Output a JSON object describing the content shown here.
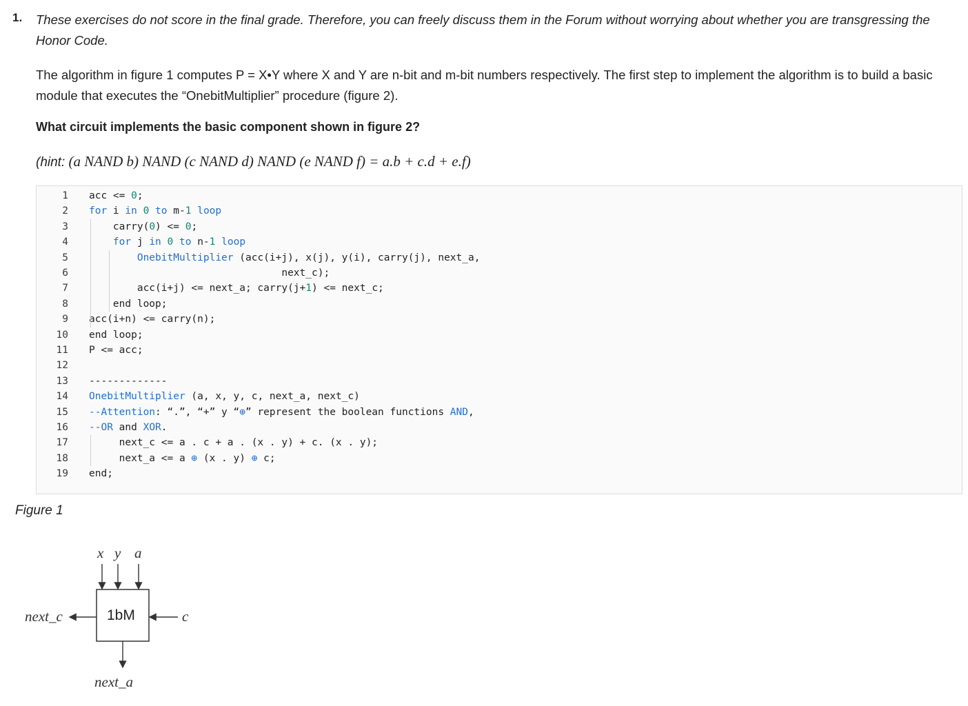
{
  "question": {
    "number": "1.",
    "intro": "These exercises do not score in the final grade. Therefore, you can freely discuss them in the Forum without worrying about whether you are transgressing the Honor Code.",
    "paragraph": "The algorithm in figure 1 computes P = X•Y where X and Y are n-bit and m-bit numbers respectively. The first step to implement the algorithm is to build a basic module that executes the “OnebitMultiplier” procedure (figure 2).",
    "prompt": "What circuit implements the basic component shown in figure 2?",
    "hint_label": "(hint:",
    "hint_formula": "(a NAND b) NAND (c NAND d) NAND (e NAND f) = a.b + c.d + e.f)"
  },
  "code": {
    "lines": [
      {
        "n": "1",
        "text": "acc <= 0;"
      },
      {
        "n": "2",
        "text": "for i in 0 to m-1 loop"
      },
      {
        "n": "3",
        "text": "    carry(0) <= 0;"
      },
      {
        "n": "4",
        "text": "    for j in 0 to n-1 loop"
      },
      {
        "n": "5",
        "text": "        OnebitMultiplier (acc(i+j), x(j), y(i), carry(j), next_a,"
      },
      {
        "n": "6",
        "text": "                                next_c);"
      },
      {
        "n": "7",
        "text": "        acc(i+j) <= next_a; carry(j+1) <= next_c;"
      },
      {
        "n": "8",
        "text": "    end loop;"
      },
      {
        "n": "9",
        "text": "acc(i+n) <= carry(n);"
      },
      {
        "n": "10",
        "text": "end loop;"
      },
      {
        "n": "11",
        "text": "P <= acc;"
      },
      {
        "n": "12",
        "text": ""
      },
      {
        "n": "13",
        "text": "-------------"
      },
      {
        "n": "14",
        "text": "OnebitMultiplier (a, x, y, c, next_a, next_c)"
      },
      {
        "n": "15",
        "text": "--Attention: “.”, “+” y “⊕” represent the boolean functions AND,"
      },
      {
        "n": "16",
        "text": "--OR and XOR."
      },
      {
        "n": "17",
        "text": "     next_c <= a . c + a . (x . y) + c. (x . y);"
      },
      {
        "n": "18",
        "text": "     next_a <= a ⊕ (x . y) ⊕ c;"
      },
      {
        "n": "19",
        "text": "end;"
      }
    ]
  },
  "figure1_caption": "Figure 1",
  "diagram": {
    "inputs_top": [
      "x",
      "y",
      "a"
    ],
    "box_label": "1bM",
    "input_right": "c",
    "output_left": "next_c",
    "output_bottom": "next_a"
  }
}
